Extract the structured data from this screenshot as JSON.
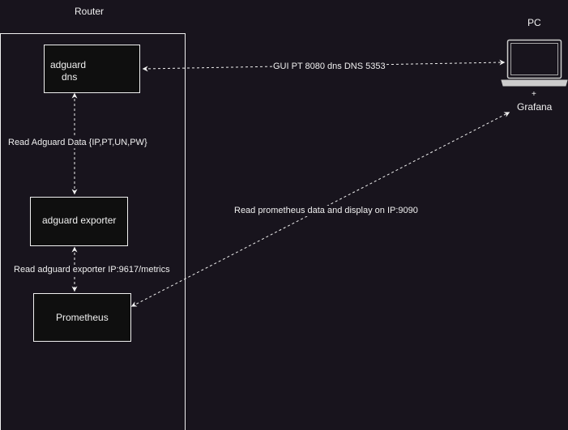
{
  "router": {
    "label": "Router"
  },
  "pc": {
    "label": "PC",
    "sublabel_plus": "+",
    "sublabel_app": "Grafana"
  },
  "nodes": {
    "adguard_dns": {
      "line1": "adguard",
      "line2": "dns"
    },
    "adguard_exporter": {
      "label": "adguard exporter"
    },
    "prometheus": {
      "label": "Prometheus"
    }
  },
  "edges": {
    "dns_to_pc": {
      "label": "GUI PT 8080 dns DNS 5353"
    },
    "dns_to_exporter": {
      "label": "Read Adguard Data {IP,PT,UN,PW}"
    },
    "exporter_to_prometheus": {
      "label": "Read adguard exporter IP:9617/metrics"
    },
    "prometheus_to_pc": {
      "label": "Read prometheus data and display on IP:9090"
    }
  },
  "colors": {
    "background": "#18141d",
    "stroke": "#f0f0f0",
    "box_fill": "#0f0f0f"
  },
  "icons": {
    "pc": "laptop-icon"
  }
}
